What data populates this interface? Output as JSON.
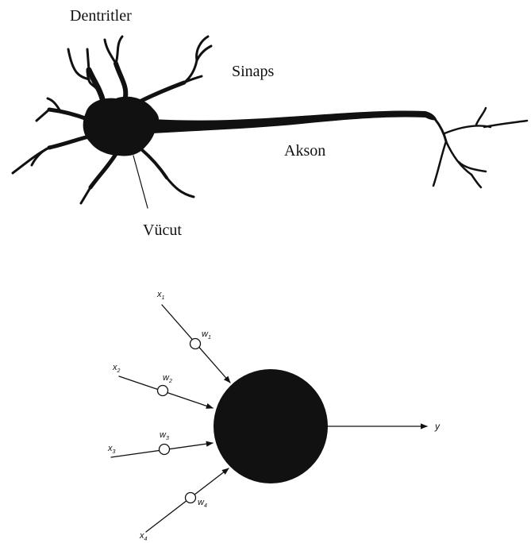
{
  "neuron": {
    "labels": {
      "dendrites": "Dentritler",
      "synapse": "Sinaps",
      "axon": "Akson",
      "body": "Vücut"
    }
  },
  "perceptron": {
    "inputs": [
      {
        "x": "x",
        "x_sub": "1",
        "w": "w",
        "w_sub": "1"
      },
      {
        "x": "x",
        "x_sub": "2",
        "w": "w",
        "w_sub": "2"
      },
      {
        "x": "x",
        "x_sub": "3",
        "w": "w",
        "w_sub": "3"
      },
      {
        "x": "x",
        "x_sub": "4",
        "w": "w",
        "w_sub": "4"
      }
    ],
    "output": "y"
  },
  "colors": {
    "ink": "#111111",
    "background": "#ffffff"
  }
}
